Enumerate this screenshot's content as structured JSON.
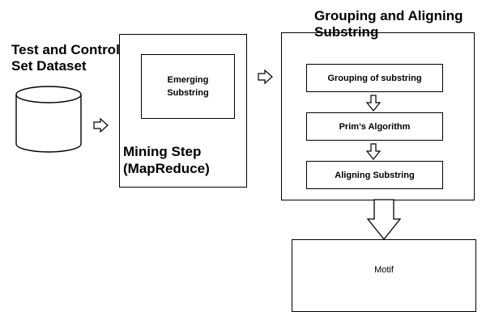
{
  "dataset": {
    "title_line1": "Test and Control",
    "title_line2": "Set Dataset"
  },
  "mining": {
    "inner_line1": "Emerging",
    "inner_line2": "Substring",
    "label_line1": "Mining Step",
    "label_line2": "(MapReduce)"
  },
  "grouping": {
    "title_line1": "Grouping and Aligning",
    "title_line2": "Substring",
    "steps": [
      "Grouping of substring",
      "Prim’s Algorithm",
      "Aligning Substring"
    ]
  },
  "motif": {
    "label": "Motif"
  }
}
